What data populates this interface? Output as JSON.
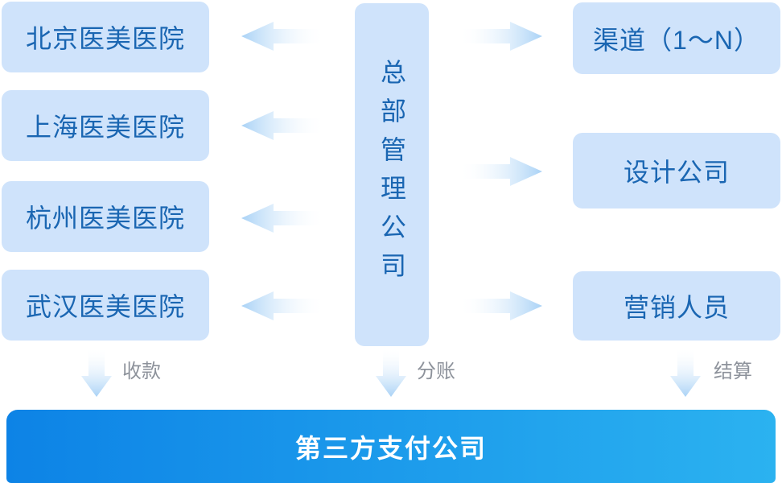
{
  "diagram": {
    "center_node": {
      "label": "总部管理公司"
    },
    "left_nodes": [
      {
        "label": "北京医美医院"
      },
      {
        "label": "上海医美医院"
      },
      {
        "label": "杭州医美医院"
      },
      {
        "label": "武汉医美医院"
      }
    ],
    "right_nodes": [
      {
        "label": "渠道（1～N）"
      },
      {
        "label": "设计公司"
      },
      {
        "label": "营销人员"
      }
    ],
    "flows": {
      "collect": "收款",
      "split": "分账",
      "settle": "结算"
    },
    "bottom_bar": {
      "label": "第三方支付公司"
    },
    "colors": {
      "node_fill": "#cfe3fb",
      "node_text": "#1a66b2",
      "arrow_blue": "#a9d2f6",
      "flow_label_gray": "#8d929b",
      "bar_gradient_left": "#0d83e6",
      "bar_gradient_right": "#2bb2f0"
    }
  }
}
